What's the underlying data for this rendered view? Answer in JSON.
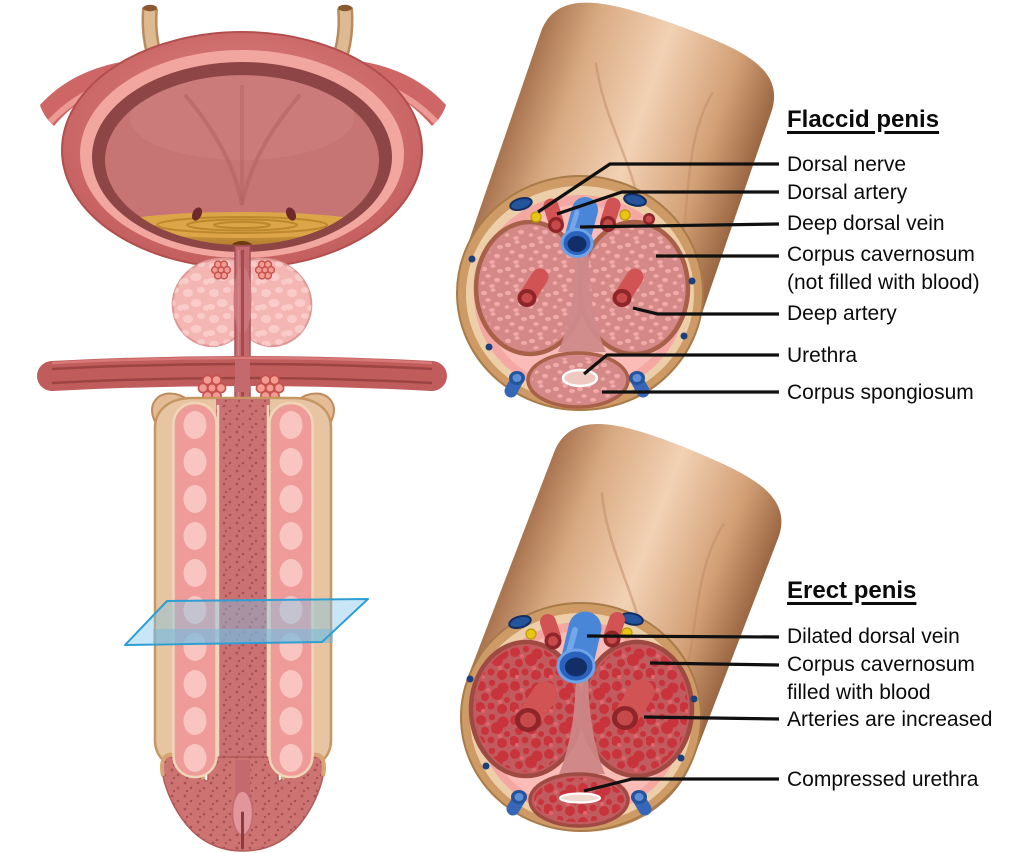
{
  "figure": {
    "description": "Medical illustration comparing flaccid and erect penis cross sections with longitudinal section of bladder, prostate and penis",
    "panels": {
      "flaccid": {
        "heading": "Flaccid penis",
        "labels": [
          {
            "line1": "Dorsal nerve"
          },
          {
            "line1": "Dorsal artery"
          },
          {
            "line1": "Deep dorsal vein"
          },
          {
            "line1": "Corpus cavernosum",
            "line2": "(not filled with blood)"
          },
          {
            "line1": "Deep artery"
          },
          {
            "line1": "Urethra"
          },
          {
            "line1": "Corpus spongiosum"
          }
        ]
      },
      "erect": {
        "heading": "Erect penis",
        "labels": [
          {
            "line1": "Dilated dorsal vein"
          },
          {
            "line1": "Corpus cavernosum",
            "line2": "filled with blood"
          },
          {
            "line1": "Arteries are increased"
          },
          {
            "line1": "Compressed urethra"
          }
        ]
      }
    },
    "colors": {
      "background": "#FFFFFF",
      "text": "#0B0B0B",
      "leader_line": "#101010",
      "skin_light": "#F2D1B4",
      "skin_dark": "#9A6743",
      "fascia_pink": "#F5A7A3",
      "tissue_flaccid": "#D48888",
      "tissue_erect_blood": "#C9333C",
      "artery_red": "#D15353",
      "vein_blue": "#4A86D8",
      "nerve_yellow": "#E8C514",
      "urine_amber": "#D9A242",
      "bladder_wall": "#8E4545",
      "section_plane_blue": "#2E9FD4"
    }
  }
}
